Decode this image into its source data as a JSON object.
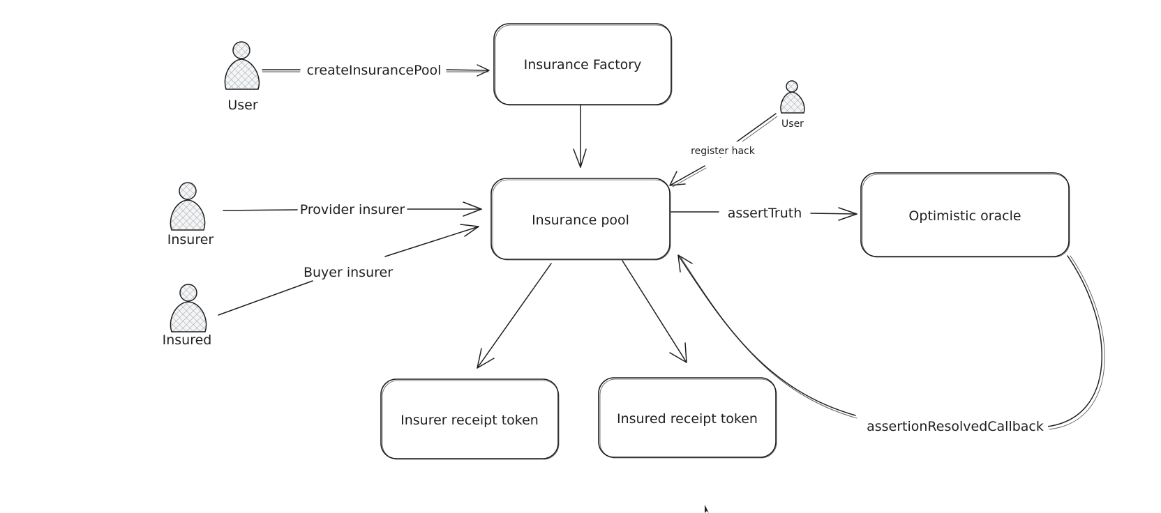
{
  "actors": {
    "user_top": "User",
    "user_small": "User",
    "insurer": "Insurer",
    "insured": "Insured"
  },
  "nodes": {
    "insurance_factory": "Insurance Factory",
    "insurance_pool": "Insurance pool",
    "optimistic_oracle": "Optimistic oracle",
    "insurer_receipt_token": "Insurer receipt token",
    "insured_receipt_token": "Insured receipt token"
  },
  "edges": {
    "create_insurance_pool": "createInsurancePool",
    "register_hack": "register hack",
    "provider_insurer": "Provider insurer",
    "buyer_insurer": "Buyer insurer",
    "assert_truth": "assertTruth",
    "assertion_resolved_callback": "assertionResolvedCallback"
  },
  "colors": {
    "stroke": "#1e1e1e",
    "background": "#ffffff",
    "hatch": "#9aa0a6"
  }
}
